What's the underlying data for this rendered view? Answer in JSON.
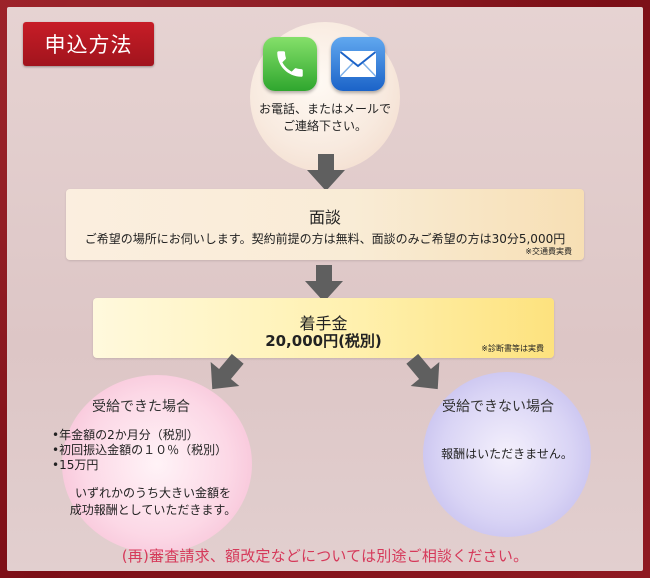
{
  "title": "申込方法",
  "contact": {
    "icons": [
      "phone-app-icon",
      "mail-app-icon"
    ],
    "text_line1": "お電話、またはメールで",
    "text_line2": "ご連絡下さい。"
  },
  "consultation": {
    "title": "面談",
    "description": "ご希望の場所にお伺いします。契約前提の方は無料、面談のみご希望の方は30分5,000円",
    "note": "※交通費実費"
  },
  "retainer": {
    "title": "着手金",
    "amount": "20,000円(税別)",
    "note": "※診断書等は実費"
  },
  "success_case": {
    "title": "受給できた場合",
    "items": [
      "•年金額の2か月分（税別）",
      "•初回振込金額の１０％（税別）",
      "•15万円"
    ],
    "note_line1": "いずれかのうち大きい金額を",
    "note_line2": "成功報酬としていただきます。"
  },
  "failure_case": {
    "title": "受給できない場合",
    "note": "報酬はいただきません。"
  },
  "bottom_note": "(再)審査請求、額改定などについては別途ご相談ください。",
  "colors": {
    "frame": "#8f1a22",
    "title_badge": "#b7161f",
    "arrow": "#5f5f5f",
    "bottom_note": "#d6395a",
    "phone_app": "#3db43a",
    "mail_app": "#2a78d8"
  }
}
